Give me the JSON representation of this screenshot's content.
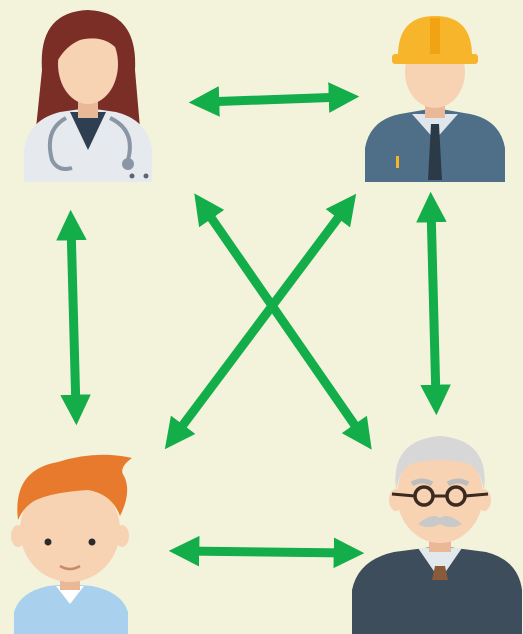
{
  "colors": {
    "background": "#f3f3dc",
    "arrow": "#13ad4a",
    "skin": "#f7d2b3",
    "doctor_hair": "#7a2e25",
    "doctor_coat": "#e6eaee",
    "worker_helmet": "#f7b52b",
    "worker_jacket": "#4f6e88",
    "boy_hair": "#e87a2e",
    "boy_shirt": "#a9d1ee",
    "elder_hair": "#d7d7d7",
    "elder_sweater": "#3e4d5c"
  },
  "people": [
    {
      "name": "doctor-woman-icon"
    },
    {
      "name": "construction-worker-icon"
    },
    {
      "name": "young-man-icon"
    },
    {
      "name": "elderly-man-icon"
    }
  ],
  "connections": [
    {
      "name": "arrow-doctor-worker",
      "from": "doctor",
      "to": "worker"
    },
    {
      "name": "arrow-doctor-youngman",
      "from": "doctor",
      "to": "young-man"
    },
    {
      "name": "arrow-worker-elder",
      "from": "worker",
      "to": "elder"
    },
    {
      "name": "arrow-youngman-elder",
      "from": "young-man",
      "to": "elder"
    },
    {
      "name": "arrow-doctor-elder",
      "from": "doctor",
      "to": "elder"
    },
    {
      "name": "arrow-worker-youngman",
      "from": "worker",
      "to": "young-man"
    }
  ]
}
